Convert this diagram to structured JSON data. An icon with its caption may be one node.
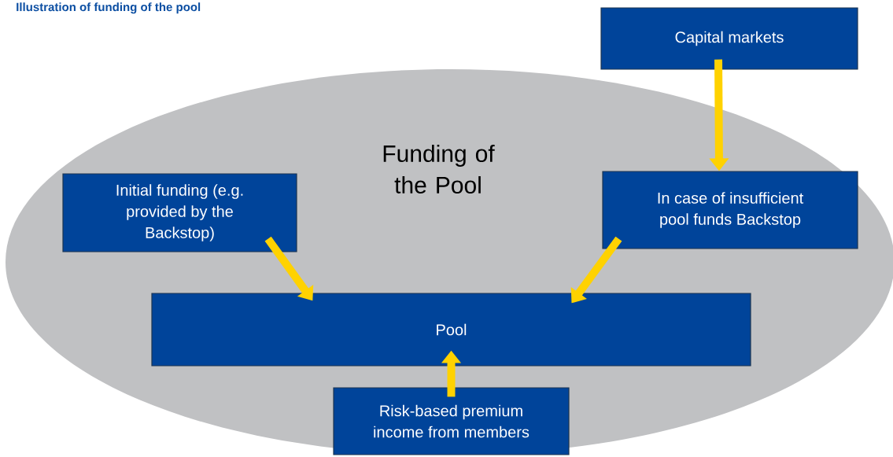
{
  "diagram": {
    "title": "Illustration of funding of the pool",
    "nodes": [
      {
        "text": [
          "Funding of the Pool"
        ]
      },
      {
        "text": [
          "Capital markets"
        ]
      },
      {
        "text": [
          "Initial funding (e.g. provided by the Backstop)"
        ],
        "in": 0
      },
      {
        "text": [
          "In case of insufficient pool funds Backstop"
        ],
        "in": 0
      },
      {
        "text": [
          "Pool"
        ],
        "in": 0
      },
      {
        "text": [
          "Risk-based premium income from members"
        ],
        "in": 0
      }
    ],
    "edges": [
      {
        "from": 1,
        "to": 3,
        "arrow": "to"
      },
      {
        "from": 2,
        "to": 4,
        "arrow": "to"
      },
      {
        "from": 3,
        "to": 4,
        "arrow": "to"
      },
      {
        "from": 5,
        "to": 4,
        "arrow": "to"
      }
    ]
  }
}
